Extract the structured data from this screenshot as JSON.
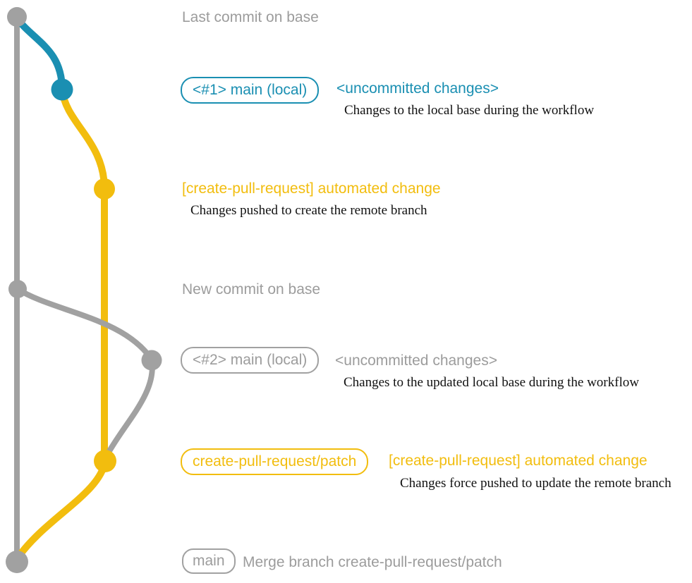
{
  "colors": {
    "blue": "#1a8fb2",
    "yellow": "#f2bd0e",
    "gray": "#a1a1a1",
    "gray-text": "#9c9c9c",
    "ink": "#111111"
  },
  "graph": {
    "branches": [
      {
        "name": "base",
        "color": "#a1a1a1"
      },
      {
        "name": "main-local",
        "color": "#1a8fb2"
      },
      {
        "name": "create-pull-request/patch",
        "color": "#f2bd0e"
      }
    ],
    "commit_dots": [
      {
        "name": "last-commit-on-base",
        "color": "gray"
      },
      {
        "name": "uncommitted-changes-1",
        "color": "blue"
      },
      {
        "name": "automated-change-1",
        "color": "yellow"
      },
      {
        "name": "new-commit-on-base",
        "color": "gray"
      },
      {
        "name": "uncommitted-changes-2",
        "color": "gray"
      },
      {
        "name": "automated-change-2",
        "color": "yellow"
      },
      {
        "name": "merge-commit",
        "color": "gray"
      }
    ]
  },
  "annotations": {
    "last_commit": {
      "label": "Last commit on base"
    },
    "commit1": {
      "badge": "<#1> main (local)",
      "title": "<uncommitted changes>",
      "description": "Changes to the local base during the workflow"
    },
    "push1": {
      "title": "[create-pull-request] automated change",
      "description": "Changes pushed to create the remote branch"
    },
    "new_commit": {
      "label": "New commit on base"
    },
    "commit2": {
      "badge": "<#2> main (local)",
      "title": "<uncommitted changes>",
      "description": "Changes to the updated local base during the workflow"
    },
    "push2": {
      "badge": "create-pull-request/patch",
      "title": "[create-pull-request] automated change",
      "description": "Changes force pushed to update the remote branch"
    },
    "merge": {
      "badge": "main",
      "label": "Merge branch create-pull-request/patch"
    }
  }
}
